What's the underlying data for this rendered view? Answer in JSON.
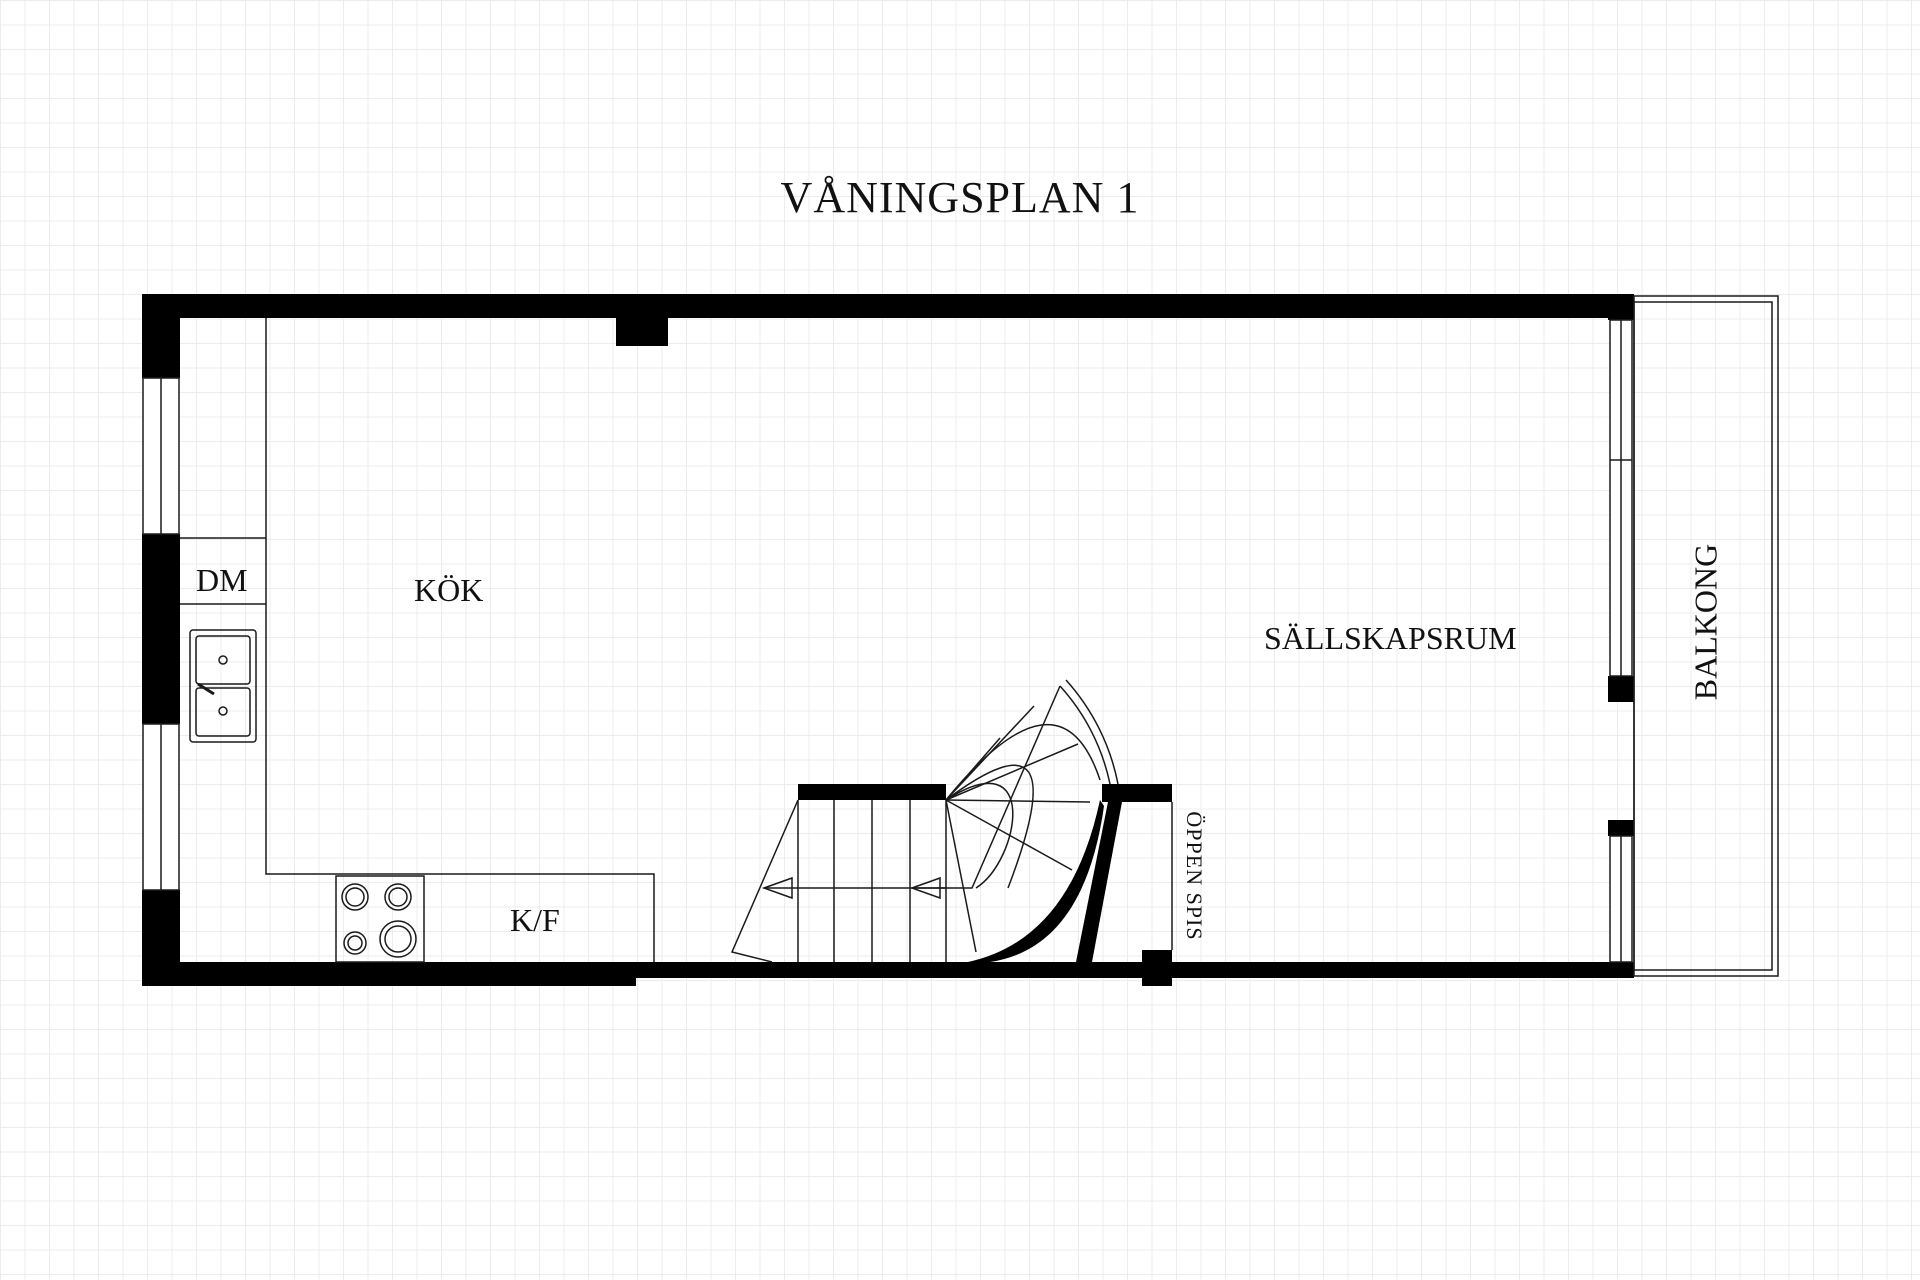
{
  "title": "VÅNINGSPLAN 1",
  "rooms": {
    "dm": "DM",
    "kitchen": "KÖK",
    "fridge_freezer": "K/F",
    "living_room": "SÄLLSKAPSRUM",
    "balcony": "BALKONG",
    "fireplace": "ÖPPEN SPIS"
  },
  "colors": {
    "wall": "#000000",
    "line": "#1a1a1a",
    "grid": "#ececec",
    "background": "#ffffff"
  }
}
